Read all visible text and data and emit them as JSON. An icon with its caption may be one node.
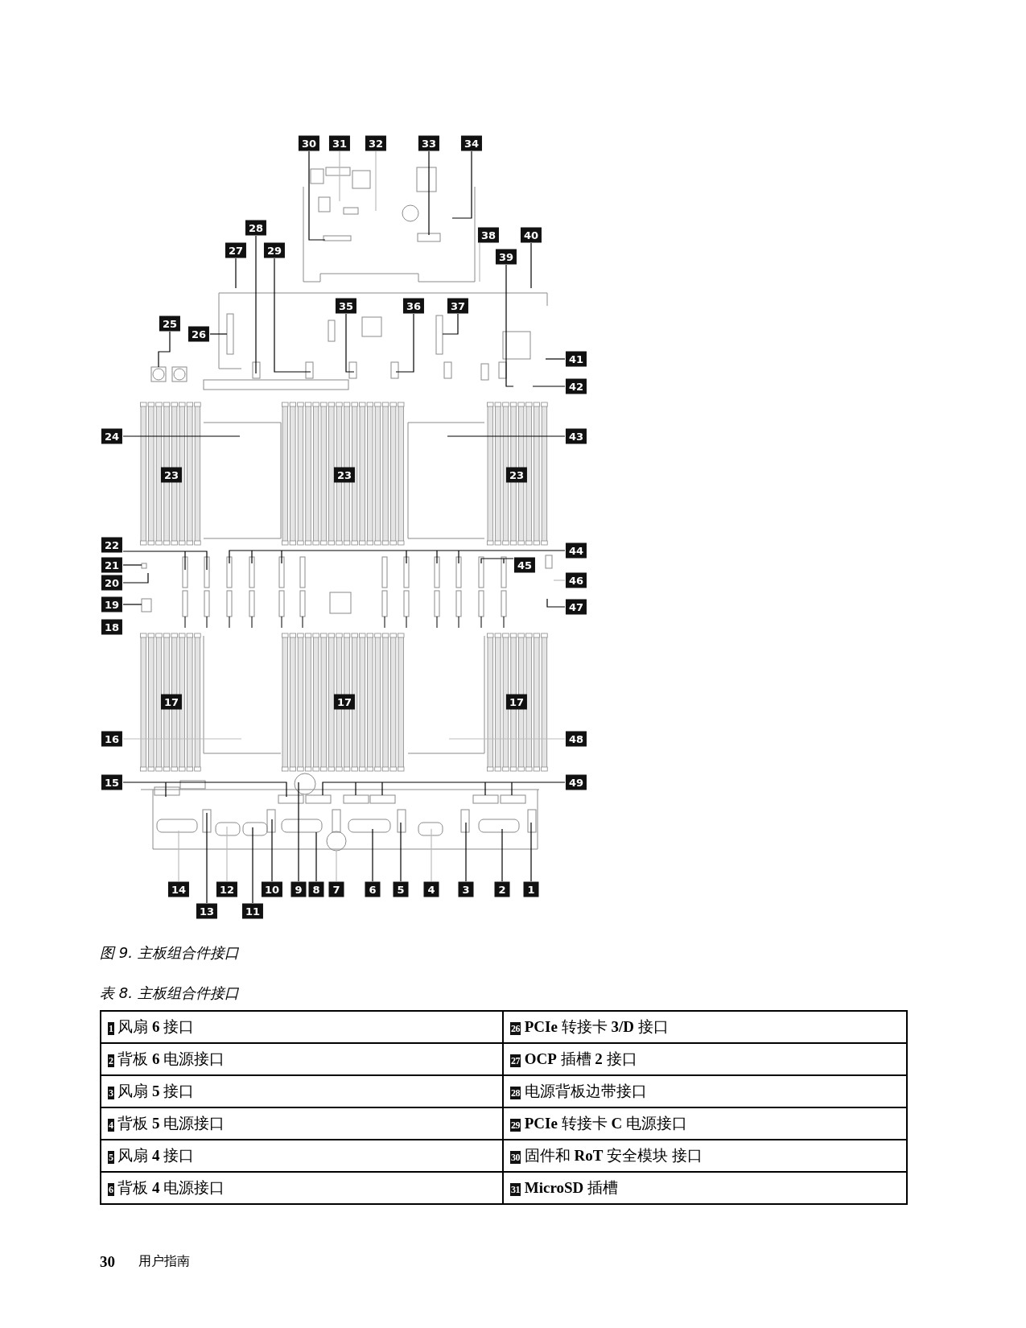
{
  "diagram": {
    "caption": "图 9. 主板组合件接口",
    "nodes": [
      {
        "text": [
          "30"
        ]
      },
      {
        "text": [
          "31"
        ]
      },
      {
        "text": [
          "32"
        ]
      },
      {
        "text": [
          "33"
        ]
      },
      {
        "text": [
          "34"
        ]
      },
      {
        "text": [
          "28"
        ]
      },
      {
        "text": [
          "27"
        ]
      },
      {
        "text": [
          "29"
        ]
      },
      {
        "text": [
          "38"
        ]
      },
      {
        "text": [
          "40"
        ]
      },
      {
        "text": [
          "39"
        ]
      },
      {
        "text": [
          "35"
        ]
      },
      {
        "text": [
          "36"
        ]
      },
      {
        "text": [
          "37"
        ]
      },
      {
        "text": [
          "25"
        ]
      },
      {
        "text": [
          "26"
        ]
      },
      {
        "text": [
          "41"
        ]
      },
      {
        "text": [
          "42"
        ]
      },
      {
        "text": [
          "24"
        ]
      },
      {
        "text": [
          "43"
        ]
      },
      {
        "text": [
          "22"
        ]
      },
      {
        "text": [
          "44"
        ]
      },
      {
        "text": [
          "21"
        ]
      },
      {
        "text": [
          "45"
        ]
      },
      {
        "text": [
          "20"
        ]
      },
      {
        "text": [
          "46"
        ]
      },
      {
        "text": [
          "19"
        ]
      },
      {
        "text": [
          "47"
        ]
      },
      {
        "text": [
          "16"
        ]
      },
      {
        "text": [
          "48"
        ]
      },
      {
        "text": [
          "15"
        ]
      },
      {
        "text": [
          "49"
        ]
      },
      {
        "text": [
          "14"
        ]
      },
      {
        "text": [
          "12"
        ]
      },
      {
        "text": [
          "10"
        ]
      },
      {
        "text": [
          "9"
        ]
      },
      {
        "text": [
          "8"
        ]
      },
      {
        "text": [
          "7"
        ]
      },
      {
        "text": [
          "6"
        ]
      },
      {
        "text": [
          "5"
        ]
      },
      {
        "text": [
          "4"
        ]
      },
      {
        "text": [
          "3"
        ]
      },
      {
        "text": [
          "2"
        ]
      },
      {
        "text": [
          "1"
        ]
      },
      {
        "text": [
          "13"
        ]
      },
      {
        "text": [
          "11"
        ]
      },
      {
        "text": [
          "23"
        ]
      },
      {
        "text": [
          "23"
        ]
      },
      {
        "text": [
          "23"
        ]
      },
      {
        "text": [
          "18"
        ]
      },
      {
        "text": [
          "17"
        ]
      },
      {
        "text": [
          "17"
        ]
      },
      {
        "text": [
          "17"
        ]
      }
    ],
    "edges": [
      {
        "from": 0,
        "to": null,
        "arrow": "none"
      },
      {
        "from": 1,
        "to": null,
        "arrow": "none",
        "color": "#bdbdbd"
      },
      {
        "from": 2,
        "to": null,
        "arrow": "none",
        "color": "#bdbdbd"
      },
      {
        "from": 3,
        "to": null,
        "arrow": "none"
      },
      {
        "from": 4,
        "to": null,
        "arrow": "none"
      },
      {
        "from": 5,
        "to": null,
        "arrow": "none"
      },
      {
        "from": 6,
        "to": null,
        "arrow": "none"
      },
      {
        "from": 7,
        "to": null,
        "arrow": "none"
      },
      {
        "from": 8,
        "to": null,
        "arrow": "none",
        "color": "#bdbdbd"
      },
      {
        "from": 9,
        "to": null,
        "arrow": "none"
      },
      {
        "from": 10,
        "to": null,
        "arrow": "none"
      },
      {
        "from": 11,
        "to": null,
        "arrow": "none"
      },
      {
        "from": 12,
        "to": null,
        "arrow": "none"
      },
      {
        "from": 13,
        "to": null,
        "arrow": "none"
      },
      {
        "from": 14,
        "to": null,
        "arrow": "none"
      },
      {
        "from": 15,
        "to": null,
        "arrow": "none"
      },
      {
        "from": 16,
        "to": null,
        "arrow": "none"
      },
      {
        "from": 17,
        "to": null,
        "arrow": "none"
      },
      {
        "from": 18,
        "to": null,
        "arrow": "none"
      },
      {
        "from": 19,
        "to": null,
        "arrow": "none"
      },
      {
        "from": 20,
        "to": null,
        "arrow": "none"
      },
      {
        "from": 21,
        "to": null,
        "arrow": "none"
      },
      {
        "from": 22,
        "to": null,
        "arrow": "none"
      },
      {
        "from": 23,
        "to": null,
        "arrow": "none"
      },
      {
        "from": 24,
        "to": null,
        "arrow": "none"
      },
      {
        "from": 25,
        "to": null,
        "arrow": "none",
        "color": "#bdbdbd"
      },
      {
        "from": 26,
        "to": null,
        "arrow": "none"
      },
      {
        "from": 27,
        "to": null,
        "arrow": "none"
      },
      {
        "from": 28,
        "to": null,
        "arrow": "none",
        "color": "#bdbdbd"
      },
      {
        "from": 29,
        "to": null,
        "arrow": "none",
        "color": "#bdbdbd"
      },
      {
        "from": 30,
        "to": null,
        "arrow": "none"
      },
      {
        "from": 31,
        "to": null,
        "arrow": "none"
      },
      {
        "from": 32,
        "to": null,
        "arrow": "none",
        "color": "#bdbdbd"
      },
      {
        "from": 33,
        "to": null,
        "arrow": "none",
        "color": "#bdbdbd"
      },
      {
        "from": 34,
        "to": null,
        "arrow": "none"
      },
      {
        "from": 35,
        "to": null,
        "arrow": "none"
      },
      {
        "from": 36,
        "to": null,
        "arrow": "none"
      },
      {
        "from": 37,
        "to": null,
        "arrow": "none",
        "color": "#bdbdbd"
      },
      {
        "from": 38,
        "to": null,
        "arrow": "none"
      },
      {
        "from": 39,
        "to": null,
        "arrow": "none"
      },
      {
        "from": 40,
        "to": null,
        "arrow": "none",
        "color": "#bdbdbd"
      },
      {
        "from": 41,
        "to": null,
        "arrow": "none"
      },
      {
        "from": 42,
        "to": null,
        "arrow": "none"
      },
      {
        "from": 43,
        "to": null,
        "arrow": "none"
      },
      {
        "from": 44,
        "to": null,
        "arrow": "none"
      },
      {
        "from": 45,
        "to": null,
        "arrow": "none"
      }
    ],
    "labels": [
      "表 8. 主板组合件接口",
      "1",
      "风扇 **6** 接口",
      "26",
      "**PCIe** 转接卡 **3/D** 接口",
      "2",
      "背板 **6** 电源接口",
      "27",
      "**OCP** 插槽 **2** 接口",
      "3",
      "风扇 **5** 接口",
      "28",
      "电源背板边带接口",
      "4",
      "背板 **5** 电源接口",
      "29",
      "**PCIe** 转接卡 **C** 电源接口",
      "5",
      "风扇 **4** 接口",
      "30",
      "固件和 **RoT** 安全模块 接口",
      "6",
      "背板 **4** 电源接口",
      "31",
      "**MicroSD** 插槽",
      "30",
      "用户指南"
    ]
  }
}
